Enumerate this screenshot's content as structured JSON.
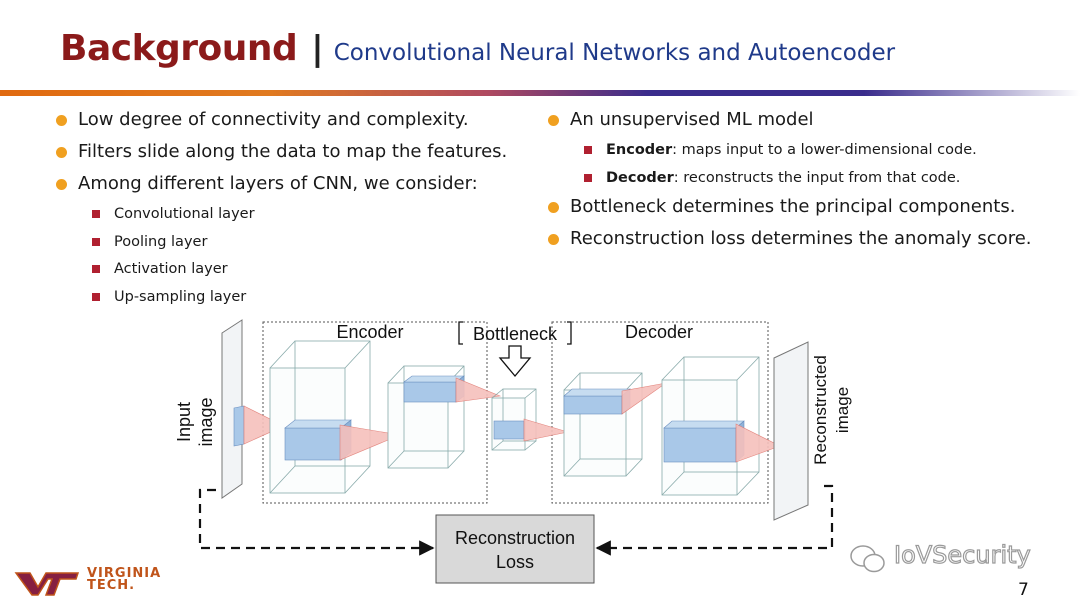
{
  "title": {
    "main": "Background",
    "separator": "|",
    "subtitle": "Convolutional Neural Networks and Autoencoder"
  },
  "left_bullets": {
    "b1": "Low degree of connectivity and complexity.",
    "b2": "Filters slide along the data to map the features.",
    "b3": "Among different layers of CNN, we consider:",
    "sub": [
      "Convolutional layer",
      "Pooling layer",
      "Activation layer",
      "Up-sampling layer"
    ]
  },
  "right_bullets": {
    "b1": "An unsupervised ML model",
    "encoder_term": "Encoder",
    "encoder_desc": ": maps input to a lower-dimensional code.",
    "decoder_term": "Decoder",
    "decoder_desc": ": reconstructs the input from that code.",
    "b2": "Bottleneck determines the principal components.",
    "b3": "Reconstruction loss determines the anomaly score."
  },
  "diagram": {
    "encoder_label": "Encoder",
    "bottleneck_label": "Bottleneck",
    "decoder_label": "Decoder",
    "input_line1": "Input",
    "input_line2": "image",
    "recon_line1": "Reconstructed",
    "recon_line2": "image",
    "loss_line1": "Reconstruction",
    "loss_line2": "Loss"
  },
  "footer": {
    "logo_line1": "VIRGINIA",
    "logo_line2": "TECH.",
    "watermark": "IoVSecurity",
    "page_number": "7"
  },
  "colors": {
    "title": "#8b1a1a",
    "subtitle": "#1f3a8a",
    "bullet_dot": "#f0a020",
    "bullet_square": "#b02030",
    "vt_orange": "#c0541a",
    "vt_maroon": "#861f41"
  }
}
